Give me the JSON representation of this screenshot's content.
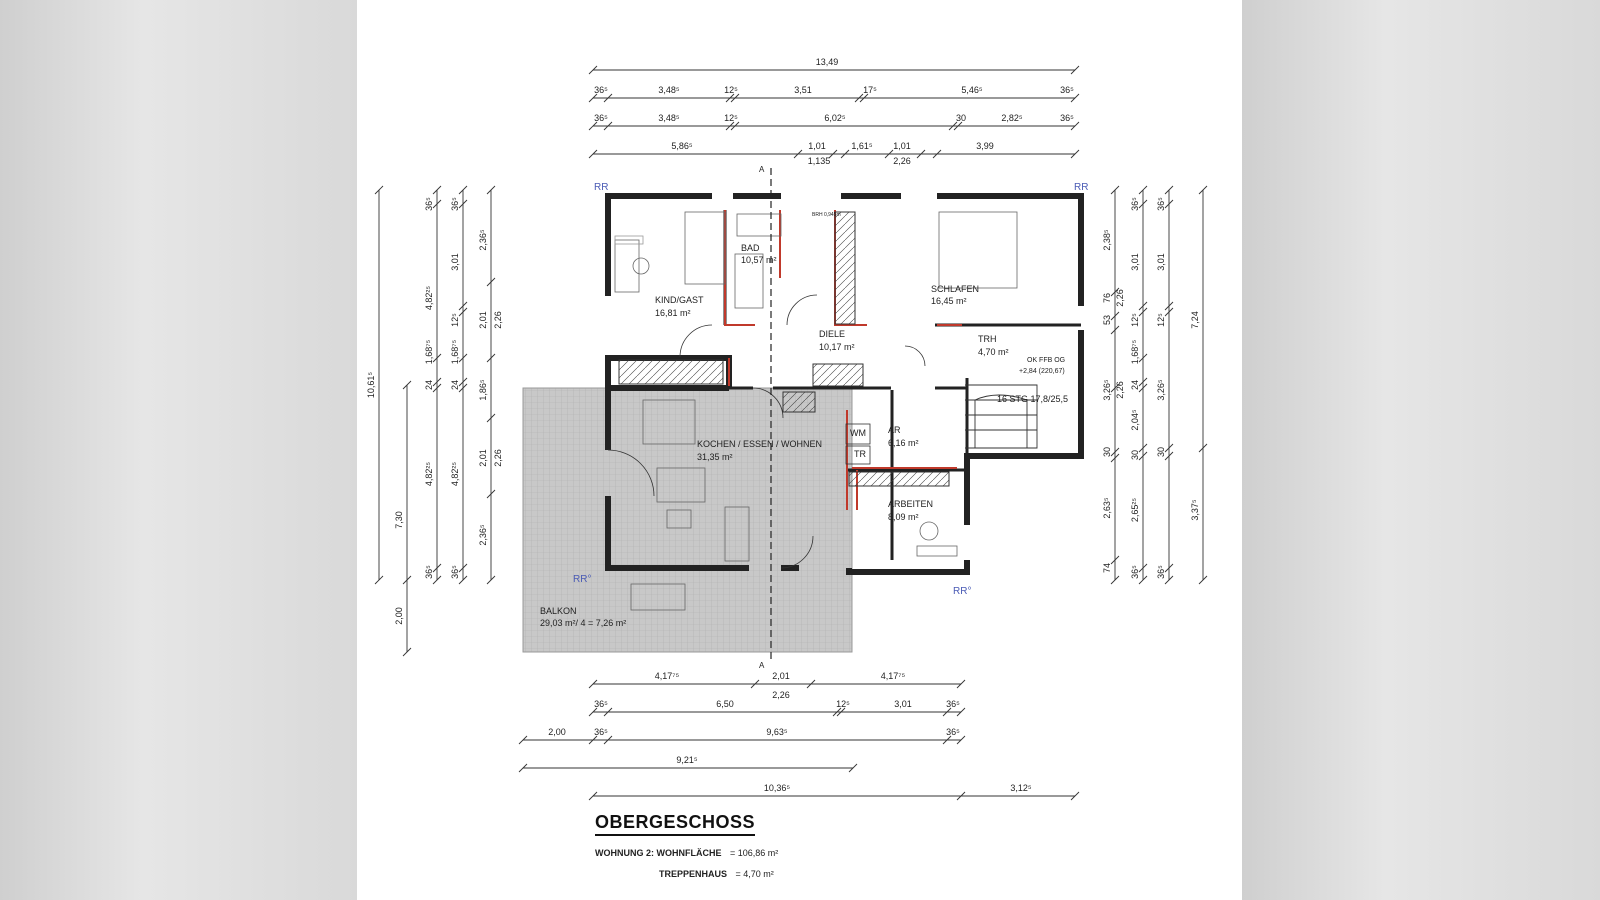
{
  "drawing": {
    "title": "OBERGESCHOSS",
    "areas": [
      {
        "label": "WOHNUNG 2:  WOHNFLÄCHE",
        "value": "= 106,86 m²"
      },
      {
        "label": "TREPPENHAUS",
        "value": "=      4,70 m²"
      }
    ],
    "section_marker": "A",
    "rr_label": "RR",
    "rr_label_sub": "RR°",
    "stair_note": "16 STG 17,8/25,5",
    "ffb_label": "OK FFB OG",
    "ffb_value": "+2,84 (220,67)",
    "brh_note": "BRH 0,945m",
    "fixtures": {
      "wm": "WM",
      "tr": "TR"
    }
  },
  "rooms": [
    {
      "name": "KIND/GAST",
      "area": "16,81 m²"
    },
    {
      "name": "BAD",
      "area": "10,57 m²"
    },
    {
      "name": "DIELE",
      "area": "10,17 m²"
    },
    {
      "name": "SCHLAFEN",
      "area": "16,45 m²"
    },
    {
      "name": "TRH",
      "area": "4,70 m²"
    },
    {
      "name": "KOCHEN / ESSEN / WOHNEN",
      "area": "31,35 m²"
    },
    {
      "name": "AR",
      "area": "6,16 m²"
    },
    {
      "name": "ARBEITEN",
      "area": "8,09 m²"
    },
    {
      "name": "BALKON",
      "area": "29,03 m²/ 4 = 7,26 m²"
    }
  ],
  "dimensions": {
    "top": {
      "total": "13,49",
      "row1": [
        "36⁵",
        "3,48⁵",
        "12⁵",
        "3,51",
        "17⁵",
        "5,46⁵",
        "36⁵"
      ],
      "row2": [
        "36⁵",
        "3,48⁵",
        "12⁵",
        "6,02⁵",
        "30",
        "2,82⁵",
        "36⁵"
      ],
      "row3": [
        "5,86⁵",
        "1,01",
        "1,135",
        "1,61⁵",
        "1,01",
        "2,26",
        "3,99"
      ]
    },
    "bottom": {
      "row1": [
        "4,17⁷⁵",
        "2,01",
        "2,26",
        "4,17⁷⁵"
      ],
      "row2": [
        "36⁵",
        "6,50",
        "12⁵",
        "3,01",
        "36⁵"
      ],
      "row3": [
        "2,00",
        "36⁵",
        "9,63⁵",
        "36⁵"
      ],
      "row4": [
        "9,21⁵"
      ],
      "row5": [
        "10,36⁵",
        "3,12⁵"
      ]
    },
    "left": {
      "outer": [
        "10,61⁵"
      ],
      "balcony": [
        "7,30",
        "2,00"
      ],
      "col3": [
        "36⁵",
        "4,82²⁵",
        "1,68⁷⁵",
        "24",
        "4,82²⁵",
        "36⁵"
      ],
      "col4": [
        "36⁵",
        "3,01",
        "12⁵",
        "1,68⁷⁵",
        "24",
        "4,82²⁵",
        "36⁵"
      ],
      "col5": [
        "2,36⁵",
        "2,01",
        "2,26",
        "1,86⁵",
        "2,01",
        "2,26",
        "2,36⁵"
      ]
    },
    "right": {
      "col1": [
        "2,38⁵",
        "76",
        "53",
        "2,26",
        "3,26⁵",
        "2,26",
        "30",
        "2,63⁵",
        "74"
      ],
      "col2": [
        "36⁵",
        "3,01",
        "12⁵",
        "1,68⁷⁵",
        "24",
        "2,04⁵",
        "30",
        "2,65²⁵",
        "36⁵"
      ],
      "col3": [
        "36⁵",
        "3,01",
        "12⁵",
        "3,26⁵",
        "30",
        "36⁵"
      ],
      "col4": [
        "7,24",
        "3,37⁵"
      ]
    }
  }
}
